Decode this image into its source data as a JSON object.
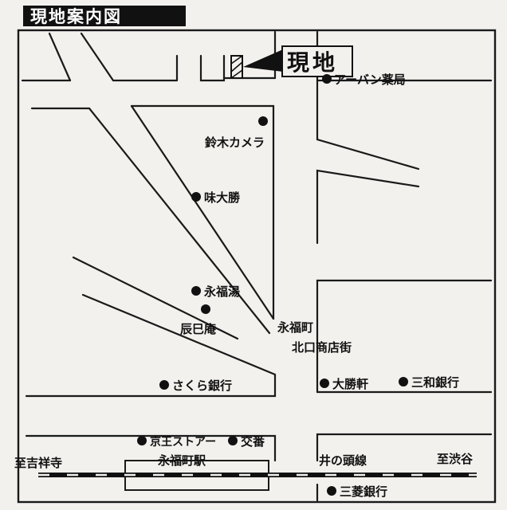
{
  "map": {
    "title": "現地案内図",
    "site_label": "現地",
    "station_label": "永福町駅",
    "rail_line": "井の頭線",
    "direction_west": "至吉祥寺",
    "direction_east": "至渋谷",
    "street_name_line1": "永福町",
    "street_name_line2": "北口商店街",
    "landmarks": [
      "アーバン薬局",
      "鈴木カメラ",
      "味大勝",
      "永福湯",
      "辰巳庵",
      "さくら銀行",
      "大勝軒",
      "三和銀行",
      "京王ストアー",
      "交番",
      "三菱銀行"
    ]
  }
}
